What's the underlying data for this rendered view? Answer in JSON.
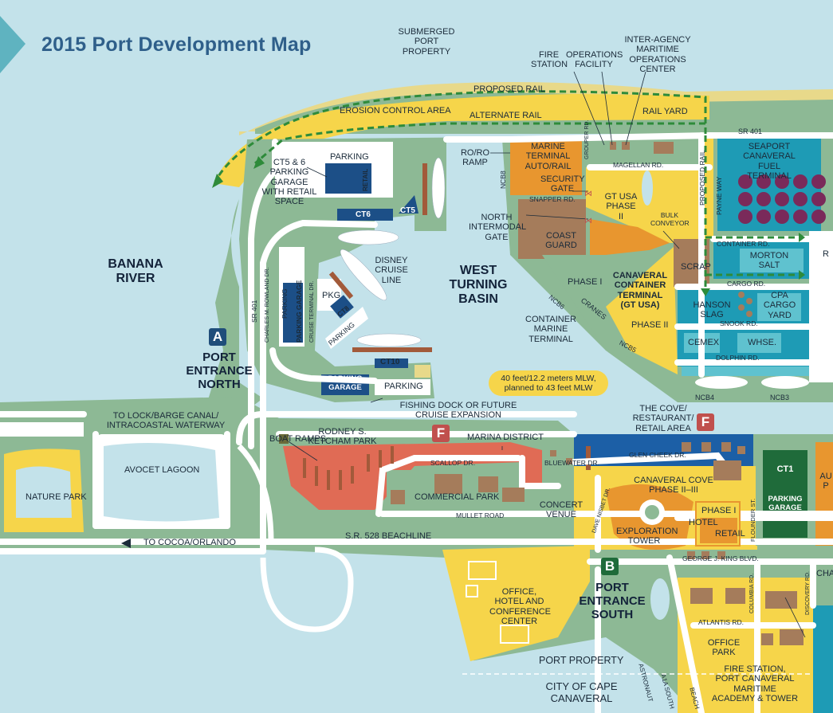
{
  "title": "2015 Port Development Map",
  "entrances": {
    "north": {
      "letter": "A",
      "label": "PORT ENTRANCE NORTH",
      "color": "#1f4d7a"
    },
    "south": {
      "letter": "B",
      "label": "PORT ENTRANCE SOUTH",
      "color": "#1f6b3a"
    }
  },
  "fuel_badges": {
    "letter": "F",
    "color": "#c0504d"
  },
  "water_labels": {
    "banana_river": "BANANA RIVER",
    "west_turning_basin": "WEST TURNING BASIN",
    "depth": "40 feet/12.2 meters MLW, planned to 43 feet MLW"
  },
  "labels": {
    "submerged": "SUBMERGED PORT PROPERTY",
    "proposed_rail": "PROPOSED RAIL",
    "erosion": "EROSION CONTROL AREA",
    "alternate_rail": "ALTERNATE RAIL",
    "rail_yard": "RAIL YARD",
    "fire_station": "FIRE STATION",
    "operations_facility": "OPERATIONS FACILITY",
    "inter_agency": "INTER-AGENCY MARITIME OPERATIONS CENTER",
    "parking_top": "PARKING",
    "retail": "RETAIL",
    "ct56_garage": "CT5 & 6 PARKING GARAGE WITH RETAIL SPACE",
    "ct6": "CT6",
    "ct5": "CT5",
    "roro": "RO/RO RAMP",
    "ncb8": "NCB8",
    "marine_terminal": "MARINE TERMINAL AUTO/RAIL",
    "grouper": "GROUPER RD.",
    "magellan": "MAGELLAN RD.",
    "security_gate": "SECURITY GATE",
    "snapper": "SNAPPER RD.",
    "gt_usa_phase2": "GT USA PHASE II",
    "proposed_rail_vert": "PROPOSED RAIL",
    "payne_way": "PAYNE WAY",
    "sr401_top": "SR 401",
    "seaport_fuel": "SEAPORT CANAVERAL FUEL TERMINAL",
    "disney": "DISNEY CRUISE LINE",
    "north_intermodal": "NORTH INTERMODAL GATE",
    "coast_guard": "COAST GUARD",
    "bulk_conveyor": "BULK CONVEYOR",
    "container_rd": "CONTAINER RD.",
    "morton_salt": "MORTON SALT",
    "r_edge": "R",
    "scrap": "SCRAP",
    "cargo_rd": "CARGO RD.",
    "hanson_slag": "HANSON SLAG",
    "cpa_cargo_yard": "CPA CARGO YARD",
    "snook_rd": "SNOOK RD.",
    "cemex": "CEMEX",
    "whse": "WHSE.",
    "dolphin_rd": "DOLPHIN RD.",
    "phase1_top": "PHASE I",
    "ncb6": "NCB6",
    "cranes": "CRANES",
    "canaveral_container": "CANAVERAL CONTAINER TERMINAL (GT USA)",
    "phase2_top": "PHASE II",
    "container_marine": "CONTAINER MARINE TERMINAL",
    "ncb5": "NCB5",
    "ncb4": "NCB4",
    "ncb3": "NCB3",
    "sr401": "SR 401",
    "charles_rowland": "CHARLES M. ROWLAND DR.",
    "cruise_terminal_dr": "CRUISE TERMINAL DR.",
    "parking_garage_vert": "PARKING GARAGE",
    "parking_vert": "PARKING",
    "pkg": "PKG",
    "ct8": "CT8",
    "parking_diag": "PARKING",
    "ct10": "CT10",
    "parking_garage_box": "PARKING GARAGE",
    "parking_bottom": "PARKING",
    "fishing_dock": "FISHING DOCK OR FUTURE CRUISE EXPANSION",
    "the_cove": "THE COVE/ RESTAURANT/ RETAIL AREA",
    "to_lock": "TO LOCK/BARGE CANAL/ INTRACOASTAL WATERWAY",
    "boat_ramps": "BOAT RAMPS",
    "ketcham": "RODNEY S. KETCHAM PARK",
    "marina": "MARINA DISTRICT",
    "scallop": "SCALLOP DR.",
    "bluewater": "BLUEWATER DR.",
    "glen_cheek": "GLEN CHEEK DR.",
    "ct1": "CT1",
    "parking_garage_ct1": "PARKING GARAGE",
    "au_edge": "AU P",
    "avocet": "AVOCET LAGOON",
    "nature_park": "NATURE PARK",
    "commercial_park": "COMMERCIAL PARK",
    "concert_venue": "CONCERT VENUE",
    "dave_nisbet": "DAVE NISBET DR.",
    "canaveral_cove": "CANAVERAL COVE PHASE II–III",
    "exploration_tower": "EXPLORATION TOWER",
    "phase1_hotel": "PHASE I",
    "hotel": "HOTEL",
    "retail_cove": "RETAIL",
    "flounder": "FLOUNDER ST.",
    "mullet": "MULLET ROAD",
    "to_cocoa": "TO COCOA/ORLANDO",
    "sr528": "S.R. 528 BEACHLINE",
    "george_king": "GEORGE J. KING BLVD.",
    "cha_edge": "CHA",
    "columbia": "COLUMBIA RD.",
    "discovery": "DISCOVERY RD.",
    "office_hotel": "OFFICE, HOTEL AND CONFERENCE CENTER",
    "atlantis": "ATLANTIS RD.",
    "office_park": "OFFICE PARK",
    "port_property": "PORT PROPERTY",
    "fire_station_bottom": "FIRE STATION, PORT CANAVERAL MARITIME ACADEMY & TOWER",
    "city_cape": "CITY OF CAPE CANAVERAL",
    "astronaut": "ASTRONAUT",
    "a1a": "A1A SOUTH",
    "beach": "BEACH"
  }
}
